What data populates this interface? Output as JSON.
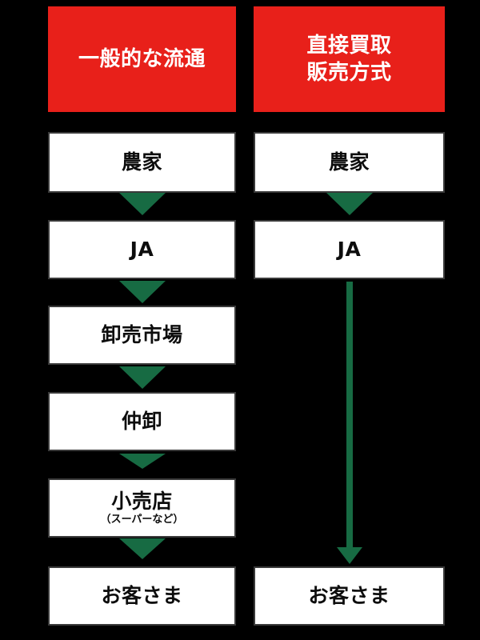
{
  "figure": {
    "background_color": "#000000",
    "accent_red": "#E8201A",
    "accent_green": "#176B43",
    "box_fill": "#FFFFFF",
    "box_text_color": "#0D0D0D"
  },
  "columns": [
    {
      "id": "general-distribution",
      "header": "一般的な流通",
      "nodes": [
        {
          "label": "農家",
          "sub": ""
        },
        {
          "label": "JA",
          "sub": ""
        },
        {
          "label": "卸売市場",
          "sub": ""
        },
        {
          "label": "仲卸",
          "sub": ""
        },
        {
          "label": "小売店",
          "sub": "（スーパーなど）"
        },
        {
          "label": "お客さま",
          "sub": ""
        }
      ],
      "arrows": [
        {
          "type": "triangle",
          "from": "農家",
          "to": "JA"
        },
        {
          "type": "triangle",
          "from": "JA",
          "to": "卸売市場"
        },
        {
          "type": "triangle",
          "from": "卸売市場",
          "to": "仲卸"
        },
        {
          "type": "triangle",
          "from": "仲卸",
          "to": "小売店"
        },
        {
          "type": "triangle",
          "from": "小売店",
          "to": "お客さま"
        }
      ]
    },
    {
      "id": "direct-purchase-sales",
      "header": "直接買取\n販売方式",
      "nodes": [
        {
          "label": "農家",
          "sub": ""
        },
        {
          "label": "JA",
          "sub": ""
        },
        {
          "label": "お客さま",
          "sub": ""
        }
      ],
      "arrows": [
        {
          "type": "triangle",
          "from": "農家",
          "to": "JA"
        },
        {
          "type": "long-line",
          "from": "JA",
          "to": "お客さま"
        }
      ]
    }
  ]
}
